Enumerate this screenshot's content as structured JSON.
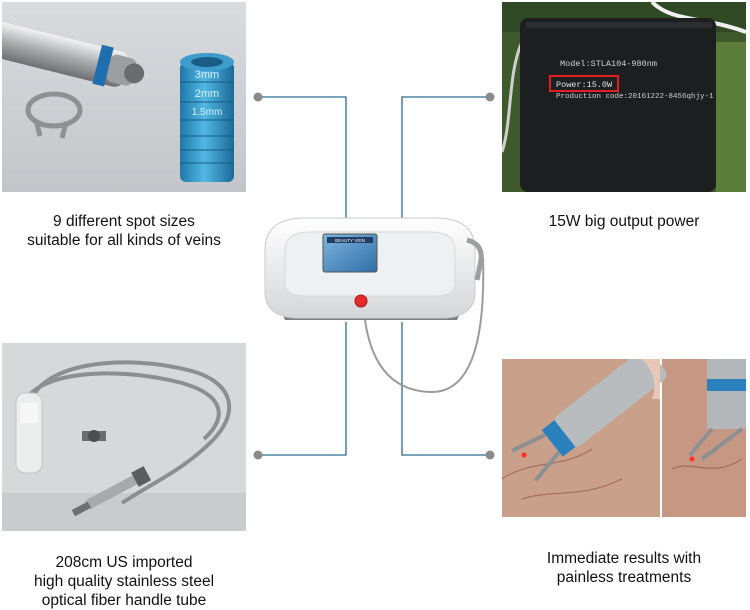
{
  "features": [
    {
      "id": "spot-sizes",
      "caption": [
        "9 different spot sizes",
        "suitable for all kinds of veins"
      ],
      "spot_labels": [
        "3mm",
        "2mm",
        "1.5mm"
      ]
    },
    {
      "id": "output-power",
      "caption": [
        "15W big output power"
      ],
      "label_lines": [
        "Model:STLA104-980nm",
        "Power:15.0W",
        "Production code:20161222-8456qhjy-1"
      ]
    },
    {
      "id": "fiber-tube",
      "caption": [
        "208cm US imported",
        "high quality stainless steel",
        "optical fiber handle tube"
      ]
    },
    {
      "id": "results",
      "caption": [
        "Immediate results with",
        "painless treatments"
      ]
    }
  ],
  "device": {
    "screen_text": "BEAUTY VEIN"
  },
  "colors": {
    "connector": "#2e6e8e",
    "dot": "#8a8a8a",
    "highlight_box": "#e02020"
  }
}
